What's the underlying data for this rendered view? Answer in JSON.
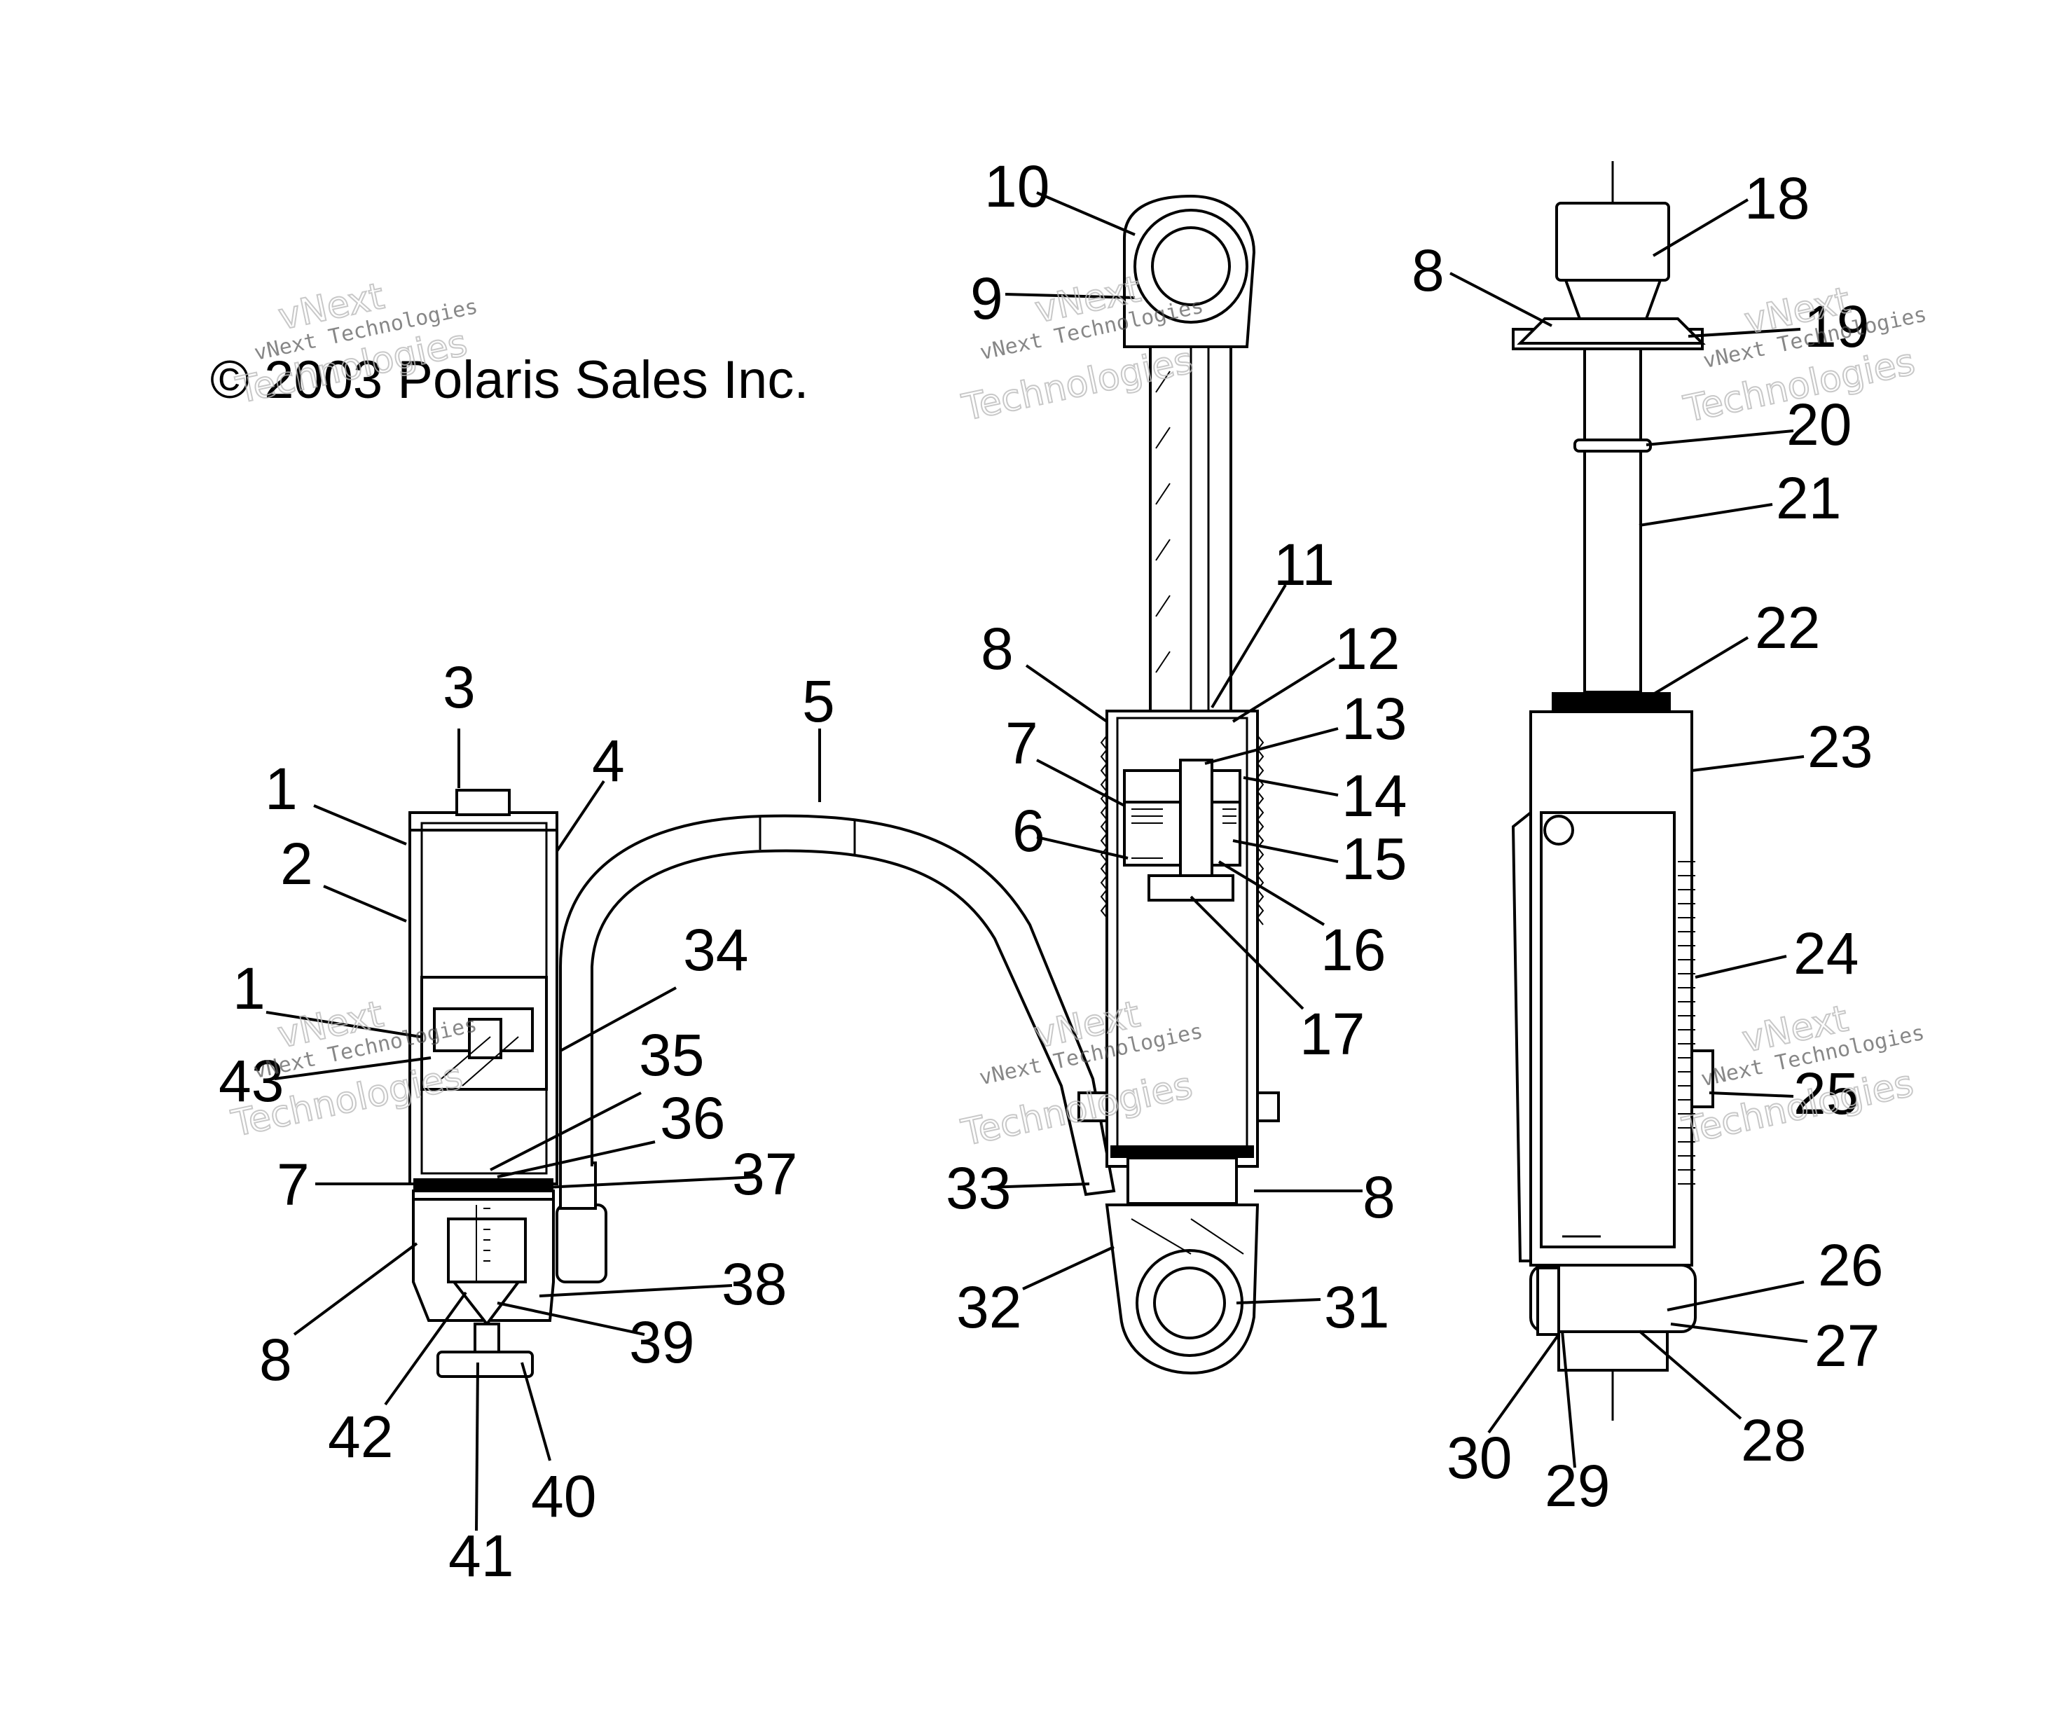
{
  "copyright": "© 2003 Polaris Sales Inc.",
  "watermark": {
    "line1": "vNext Technologies",
    "line2": "vNext",
    "line3": "Technologies"
  },
  "callouts": {
    "c1a": "1",
    "c2": "2",
    "c3": "3",
    "c4": "4",
    "c1b": "1",
    "c43": "43",
    "c34": "34",
    "c35": "35",
    "c36": "36",
    "c7a": "7",
    "c37": "37",
    "c8a": "8",
    "c38": "38",
    "c39": "39",
    "c42": "42",
    "c40": "40",
    "c41": "41",
    "c5": "5",
    "c10": "10",
    "c9": "9",
    "c11": "11",
    "c8b": "8",
    "c12": "12",
    "c13": "13",
    "c7b": "7",
    "c14": "14",
    "c6": "6",
    "c15": "15",
    "c16": "16",
    "c17": "17",
    "c33": "33",
    "c8c": "8",
    "c32": "32",
    "c31": "31",
    "c18": "18",
    "c8d": "8",
    "c19": "19",
    "c20": "20",
    "c21": "21",
    "c22": "22",
    "c23": "23",
    "c24": "24",
    "c25": "25",
    "c26": "26",
    "c27": "27",
    "c28": "28",
    "c30": "30",
    "c29": "29"
  }
}
